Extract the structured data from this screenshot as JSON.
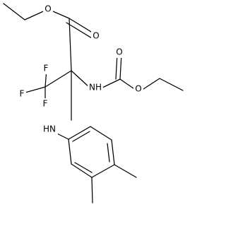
{
  "molecule": {
    "atoms": {
      "o_ester_top": "O",
      "o_carbonyl_top": "O",
      "f_top": "F",
      "f_left": "F",
      "f_bottom": "F",
      "nh_right": "NH",
      "o_carbamate_single": "O",
      "o_carbamate_double": "O",
      "hn_aniline": "HN"
    }
  }
}
